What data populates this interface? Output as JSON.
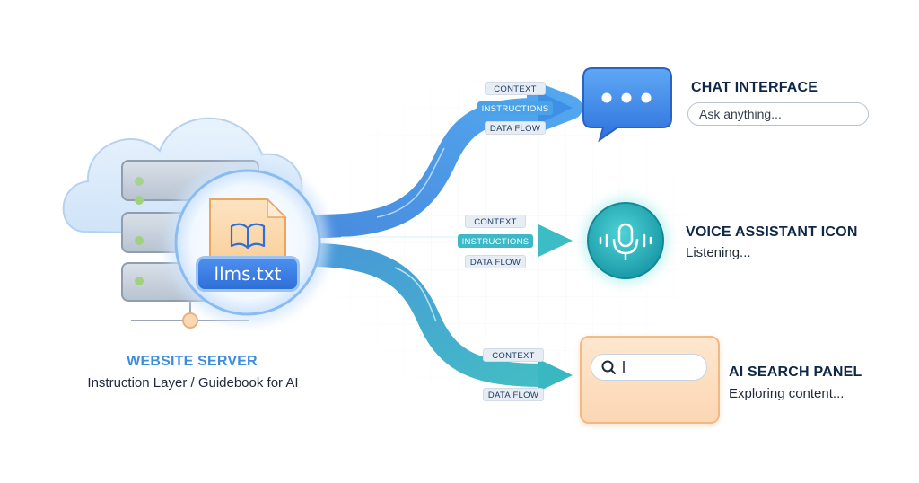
{
  "source": {
    "file_name": "llms.txt",
    "title": "WEBSITE SERVER",
    "subtitle": "Instruction Layer / Guidebook for AI"
  },
  "streams": {
    "top": {
      "context": "CONTEXT",
      "instructions": "INSTRUCTIONS",
      "data_flow": "DATA FLOW"
    },
    "middle": {
      "context": "CONTEXT",
      "instructions": "INSTRUCTIONS",
      "data_flow": "DATA FLOW"
    },
    "bottom": {
      "context": "CONTEXT",
      "data_flow": "DATA FLOW"
    }
  },
  "destinations": {
    "chat": {
      "title": "CHAT INTERFACE",
      "placeholder": "Ask anything..."
    },
    "voice": {
      "title": "VOICE ASSISTANT ICON",
      "status": "Listening..."
    },
    "search": {
      "title": "AI SEARCH PANEL",
      "status": "Exploring content..."
    }
  },
  "colors": {
    "blue_accent": "#3d8ddb",
    "teal_accent": "#2fb2be",
    "orange_panel": "#fbd7b3",
    "title_dark": "#0f2847"
  },
  "icons": [
    "cloud-icon",
    "server-icon",
    "document-icon",
    "book-icon",
    "chat-bubble-icon",
    "microphone-icon",
    "search-icon"
  ]
}
